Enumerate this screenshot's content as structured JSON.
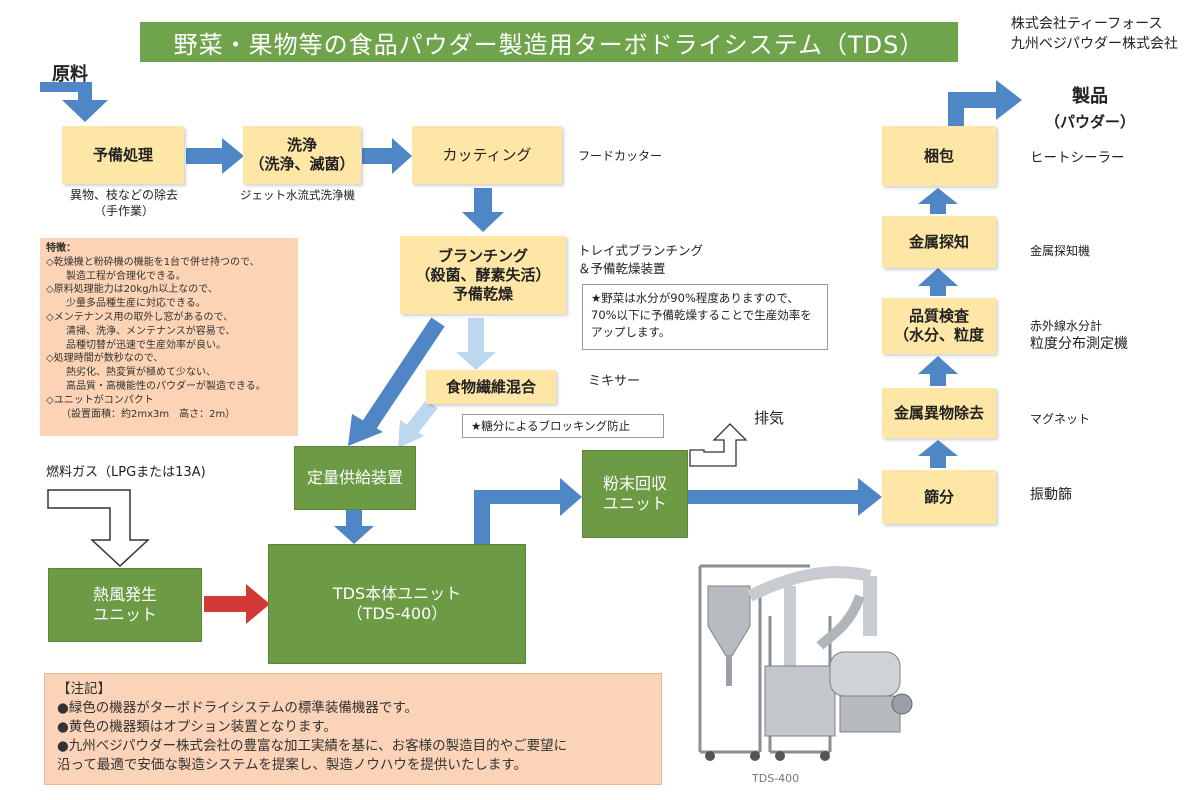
{
  "title": "野菜・果物等の食品パウダー製造用ターボドライシステム（TDS）",
  "company": [
    "株式会社ティーフォース",
    "九州ベジパウダー株式会社"
  ],
  "raw_material": "原料",
  "product": {
    "name": "製品",
    "sub": "（パウダー）"
  },
  "boxes": {
    "pretreatment": "予備処理",
    "washing": "洗浄\n（洗浄、滅菌）",
    "cutting": "カッティング",
    "blanching": "ブランチング\n（殺菌、酵素失活）\n予備乾燥",
    "fiber_mixing": "食物繊維混合",
    "feeder": "定量供給装置",
    "hot_air": "熱風発生\nユニット",
    "tds_body": "TDS本体ユニット\n（TDS-400）",
    "recovery": "粉末回収\nユニット",
    "sieving": "篩分",
    "metal_removal": "金属異物除去",
    "quality": "品質検査\n（水分、粒度",
    "metal_detect": "金属探知",
    "packing": "梱包"
  },
  "labels": {
    "pretreatment_note": "異物、枝などの除去\n（手作業）",
    "washing_note": "ジェット水流式洗浄機",
    "cutting_note": "フードカッター",
    "blanching_note": "トレイ式ブランチング\n＆予備乾燥装置",
    "mixer": "ミキサー",
    "exhaust": "排気",
    "fuel_gas": "燃料ガス（LPGまたは13A)",
    "sieve_equipment": "振動篩",
    "magnet": "マグネット",
    "quality_equipment_1": "赤外線水分計",
    "quality_equipment_2": "粒度分布測定機",
    "metal_detector": "金属探知機",
    "heat_sealer": "ヒートシーラー",
    "photo_caption": "TDS-400"
  },
  "notes_boxes": {
    "predry": "★野菜は水分が90%程度ありますので、70%以下に予備乾燥することで生産効率をアップします。",
    "blocking": "★糖分によるブロッキング防止"
  },
  "features": {
    "title": "特徴：",
    "items": [
      "◇乾燥機と粉砕機の機能を1台で併せ持つので、\n　　製造工程が合理化できる。",
      "◇原料処理能力は20kg/h以上なので、\n　　少量多品種生産に対応できる。",
      "◇メンテナンス用の取外し窓があるので、\n　　清掃、洗浄、メンテナンスが容易で、\n　　品種切替が迅速で生産効率が良い。",
      "◇処理時間が数秒なので、\n　　熱劣化、熱変質が極めて少ない、\n　　高品質・高機能性のパウダーが製造できる。",
      "◇ユニットがコンパクト\n　　（設置面積：約2mx3m　高さ：2m）"
    ]
  },
  "notes": {
    "heading": "【注記】",
    "items": [
      "●緑色の機器がターボドライシステムの標準装備機器です。",
      "●黄色の機器類はオプション装置となります。",
      "●九州ベジパウダー株式会社の豊富な加工実績を基に、お客様の製造目的やご要望に",
      "沿って最適で安価な製造システムを提案し、製造ノウハウを提供いたします。"
    ]
  },
  "colors": {
    "green": "#6c9a45",
    "yellow": "#fde6a6",
    "arrow_blue": "#4f86c6",
    "arrow_light": "#bdd7ee",
    "arrow_red": "#d33a35",
    "peach": "#fcd3b4"
  }
}
